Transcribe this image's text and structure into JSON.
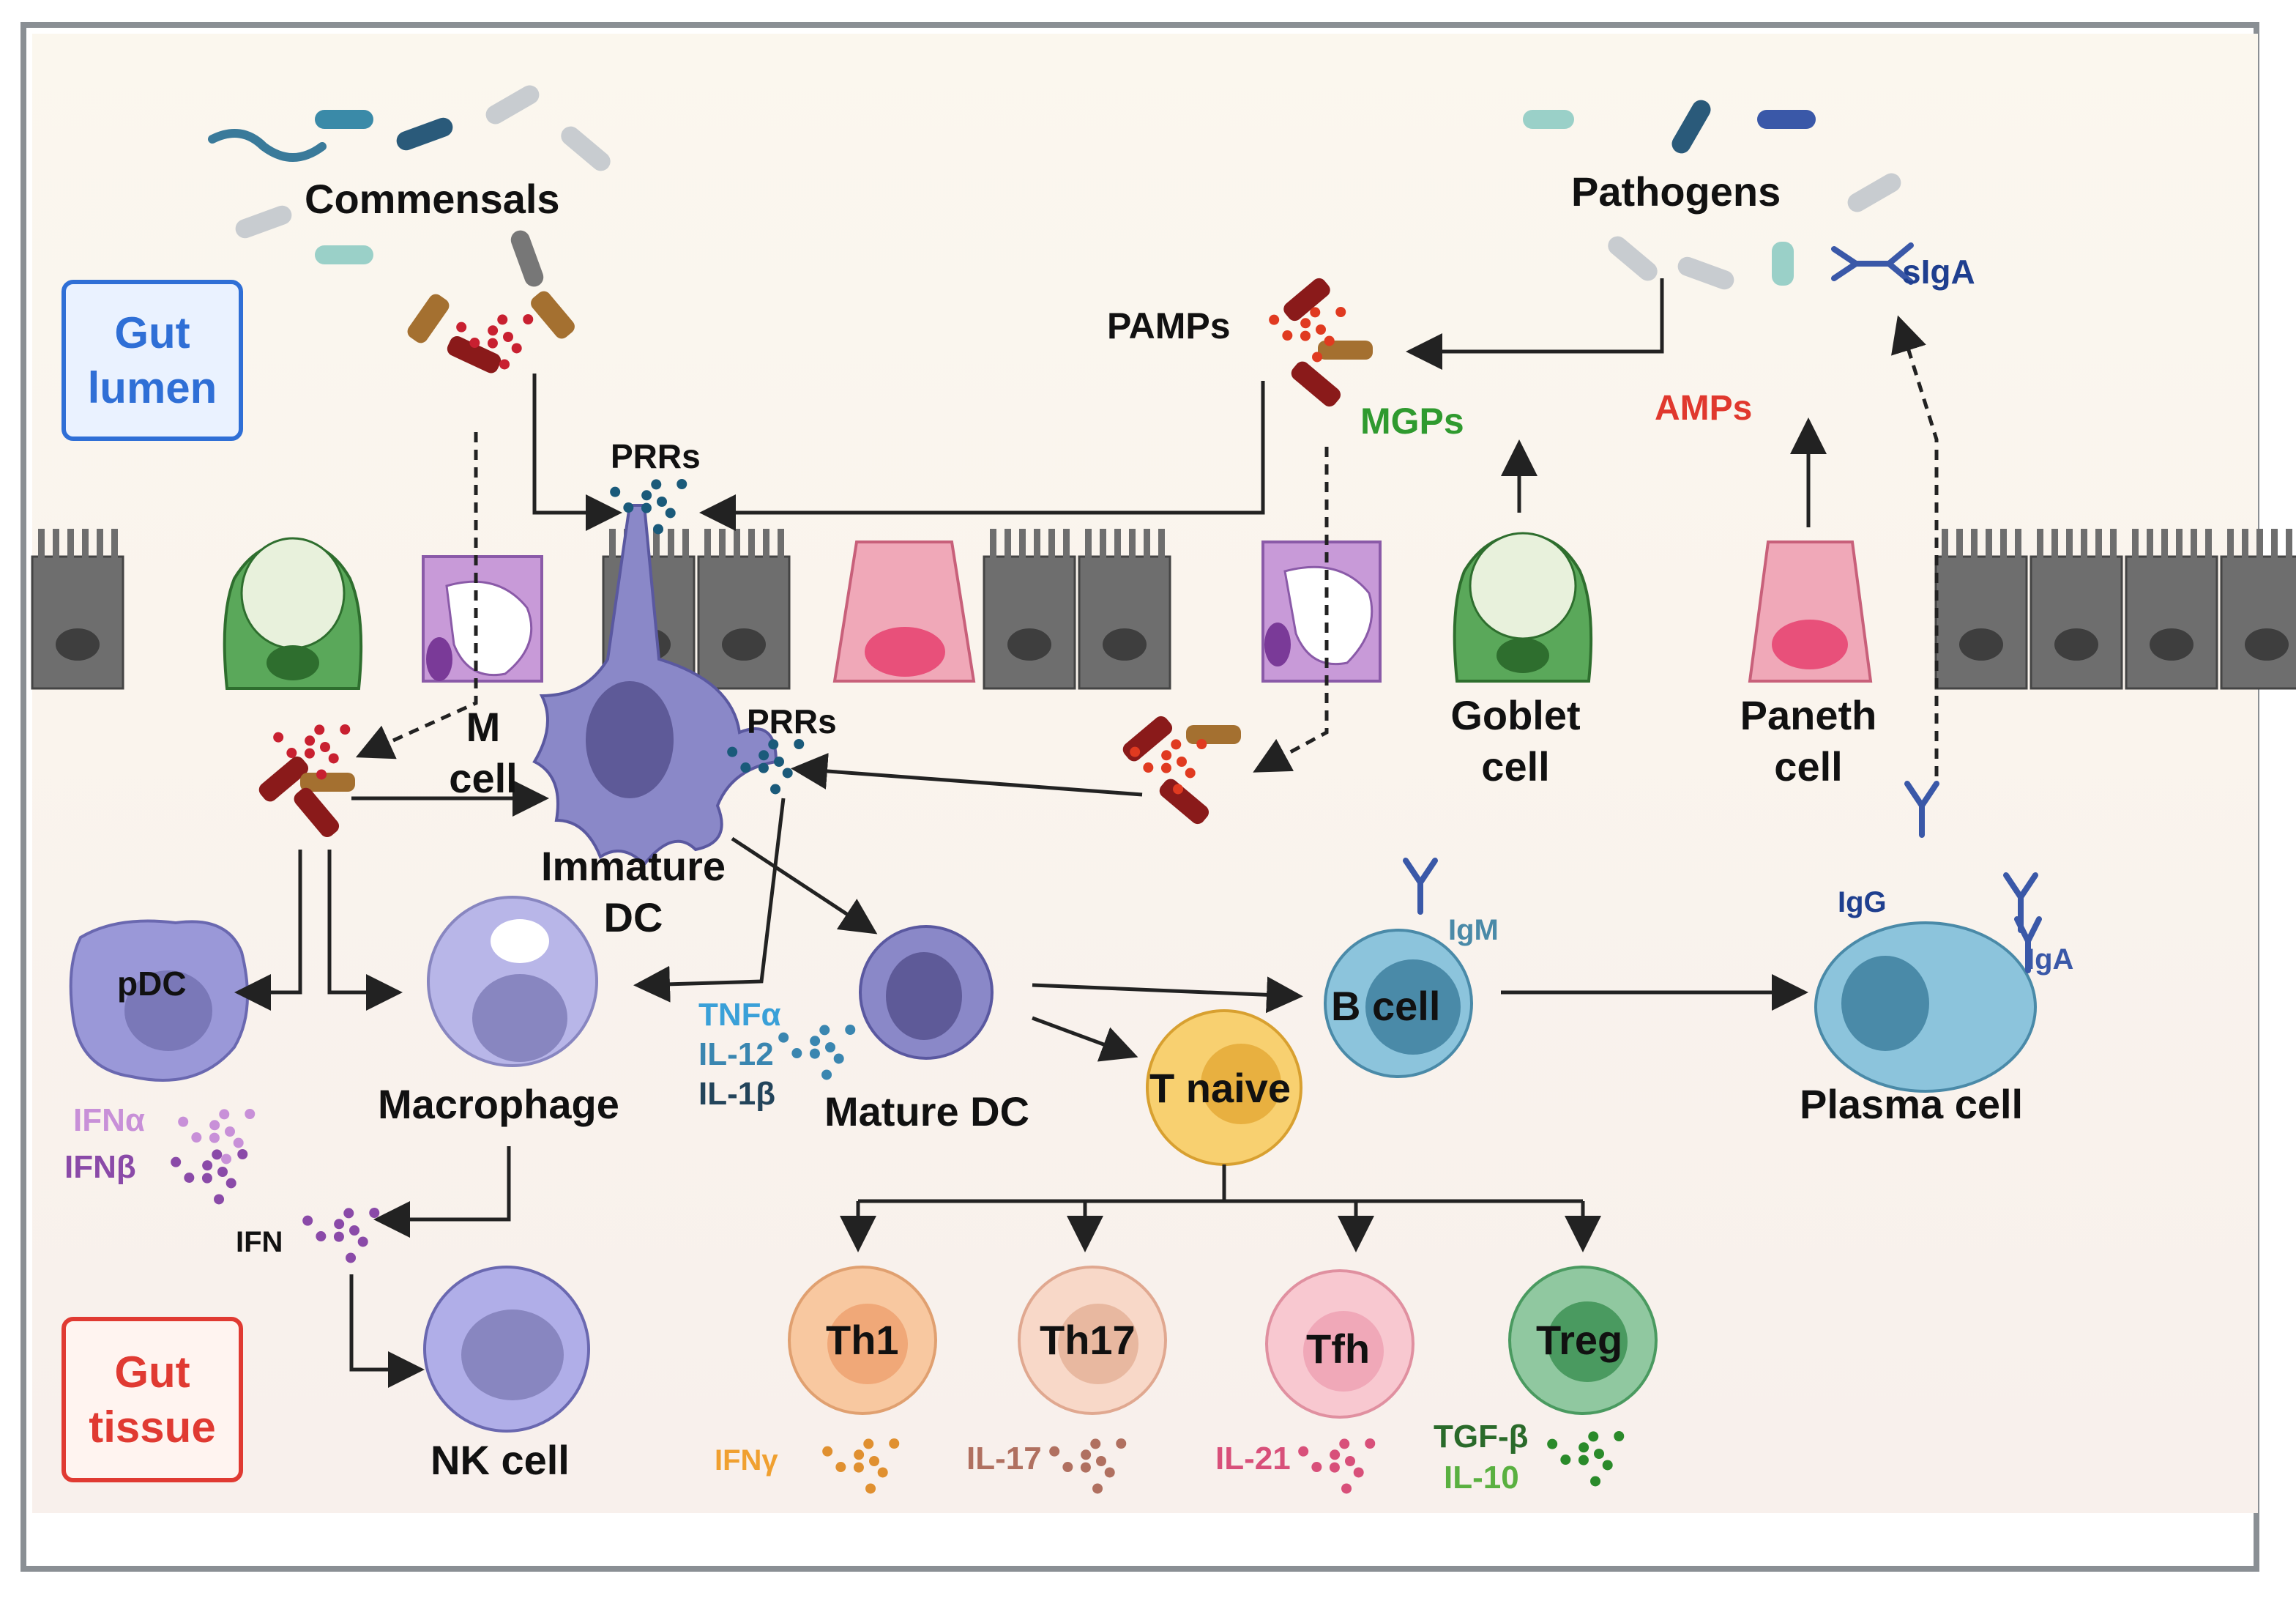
{
  "regions": {
    "lumen_label": [
      "Gut",
      "lumen"
    ],
    "tissue_label": [
      "Gut",
      "tissue"
    ]
  },
  "microbes": {
    "commensals": "Commensals",
    "pathogens": "Pathogens"
  },
  "molecules": {
    "pamps": "PAMPs",
    "prrs_top": "PRRs",
    "prrs_mid": "PRRs",
    "mgps": "MGPs",
    "amps": "AMPs",
    "siga": "sIgA",
    "igm": "IgM",
    "igg": "IgG",
    "iga": "IgA"
  },
  "epithelium": {
    "m_cell": [
      "M",
      "cell"
    ],
    "goblet_cell": [
      "Goblet",
      "cell"
    ],
    "paneth_cell": [
      "Paneth",
      "cell"
    ]
  },
  "cells": {
    "immature_dc": [
      "Immature",
      "DC"
    ],
    "mature_dc": "Mature DC",
    "pdc": "pDC",
    "macrophage": "Macrophage",
    "nk_cell": "NK cell",
    "b_cell": "B cell",
    "plasma_cell": "Plasma cell",
    "t_naive": "T naive",
    "th1": "Th1",
    "th17": "Th17",
    "tfh": "Tfh",
    "treg": "Treg"
  },
  "cytokines": {
    "dc_cytokines": [
      "TNFα",
      "IL-12",
      "IL-1β"
    ],
    "pdc_cytokines": [
      "IFNα",
      "IFNβ"
    ],
    "macrophage_ifn": "IFN",
    "th1": "IFNγ",
    "th17": "IL-17",
    "tfh": "IL-21",
    "treg": [
      "TGF-β",
      "IL-10"
    ]
  },
  "colors": {
    "lumen_box": "#2f6fd6",
    "tissue_box": "#e03a32",
    "mgps": "#2f9a2f",
    "amps": "#e0382e",
    "siga": "#1f3f8f",
    "th1_cytokine": "#f0a030",
    "th17_cytokine": "#b07060",
    "tfh_cytokine": "#d8507a",
    "treg_cytokine_1": "#2a6a2a",
    "treg_cytokine_2": "#5ab040",
    "ifna": "#c890d8",
    "ifnb": "#8a4aa8",
    "tnfa": "#3aa0d8",
    "il12": "#3a86b0",
    "il1b": "#23445a"
  }
}
